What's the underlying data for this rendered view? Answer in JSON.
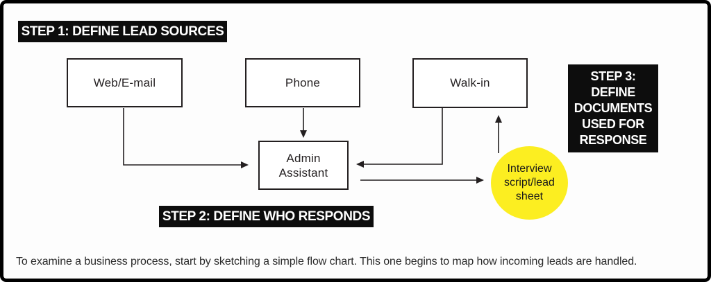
{
  "steps": {
    "step1": "STEP 1: DEFINE LEAD SOURCES",
    "step2": "STEP 2: DEFINE WHO RESPONDS",
    "step3_lines": [
      "STEP 3:",
      "DEFINE",
      "DOCUMENTS",
      "USED FOR",
      "RESPONSE"
    ]
  },
  "nodes": {
    "web_email": "Web/E-mail",
    "phone": "Phone",
    "walk_in": "Walk-in",
    "admin_assistant": "Admin Assistant",
    "interview_sheet": "Interview script/lead sheet"
  },
  "caption": "To examine a business process, start by sketching a simple flow chart. This one begins to map how incoming leads are handled.",
  "colors": {
    "highlight_yellow": "#FCEE21",
    "label_background": "#0d0d0d",
    "line_color": "#231f20",
    "page_background": "#fdfdfd"
  }
}
